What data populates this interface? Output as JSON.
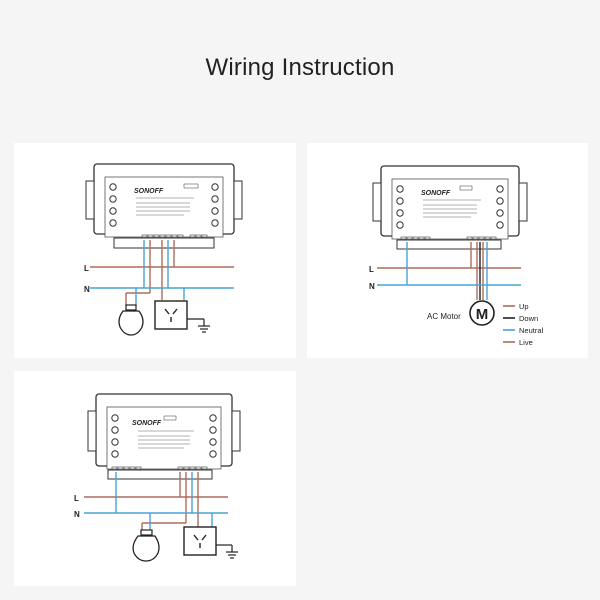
{
  "page": {
    "title": "Wiring Instruction"
  },
  "device": {
    "brand": "SONOFF"
  },
  "labels": {
    "live": "L",
    "neutral": "N"
  },
  "motor": {
    "label": "AC Motor",
    "symbol": "M"
  },
  "legend": [
    {
      "label": "Up",
      "color": "#b06a5c"
    },
    {
      "label": "Down",
      "color": "#222222"
    },
    {
      "label": "Neutral",
      "color": "#4aa3d6"
    },
    {
      "label": "Live",
      "color": "#b06a5c"
    }
  ],
  "colors": {
    "live_wire": "#b06a5c",
    "neutral_wire": "#4aa3d6",
    "device_outline": "#333333",
    "ground": "#222222"
  }
}
